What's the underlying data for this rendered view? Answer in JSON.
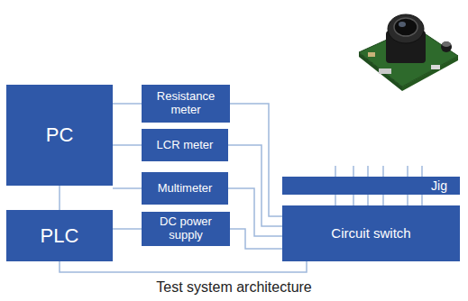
{
  "diagram": {
    "caption": "Test system architecture",
    "nodes": [
      {
        "text": [
          "PC"
        ]
      },
      {
        "text": [
          "Resistance meter"
        ]
      },
      {
        "text": [
          "LCR meter"
        ]
      },
      {
        "text": [
          "Multimeter"
        ]
      },
      {
        "text": [
          "DC power supply"
        ]
      },
      {
        "text": [
          "Jig"
        ]
      },
      {
        "text": [
          "Circuit switch"
        ]
      },
      {
        "text": [
          "PLC"
        ]
      }
    ],
    "edges": [
      {
        "from": 0,
        "to": 1,
        "arrow": "none"
      },
      {
        "from": 0,
        "to": 2,
        "arrow": "none"
      },
      {
        "from": 0,
        "to": 3,
        "arrow": "none"
      },
      {
        "from": 0,
        "to": 4,
        "arrow": "none"
      },
      {
        "from": 0,
        "to": 7,
        "arrow": "none"
      },
      {
        "from": 1,
        "to": 6,
        "arrow": "none"
      },
      {
        "from": 2,
        "to": 6,
        "arrow": "none"
      },
      {
        "from": 3,
        "to": 6,
        "arrow": "none"
      },
      {
        "from": 4,
        "to": 6,
        "arrow": "none"
      },
      {
        "from": 7,
        "to": 6,
        "arrow": "none"
      },
      {
        "from": 5,
        "to": 6,
        "arrow": "none"
      },
      {
        "from": 5,
        "to": 6,
        "arrow": "none"
      },
      {
        "from": 5,
        "to": 6,
        "arrow": "none"
      },
      {
        "from": 5,
        "to": 6,
        "arrow": "none"
      },
      {
        "from": 5,
        "to": 6,
        "arrow": "none"
      },
      {
        "from": 5,
        "to": 6,
        "arrow": "none"
      }
    ]
  }
}
